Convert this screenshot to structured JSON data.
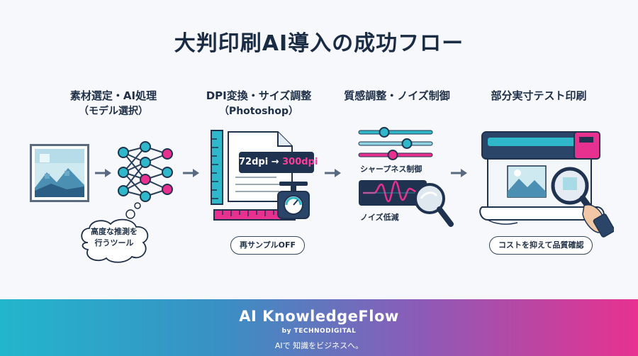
{
  "title": "大判印刷AI導入の成功フロー",
  "steps": [
    {
      "label": "素材選定・AI処理",
      "sub": "（モデル選択）"
    },
    {
      "label": "DPI変換・サイズ調整",
      "sub": "（Photoshop）"
    },
    {
      "label": "質感調整・ノイズ制御",
      "sub": ""
    },
    {
      "label": "部分実寸テスト印刷",
      "sub": ""
    }
  ],
  "bubble": {
    "line1": "高度な推測を",
    "line2": "行うツール"
  },
  "dpi": {
    "from": "72dpi",
    "arrow": "→",
    "to": "300dpi"
  },
  "pills": {
    "resample": "再サンプルOFF",
    "cost": "コストを抑えて品質確認"
  },
  "sliders": {
    "sharpness": "シャープネス制御",
    "noise": "ノイズ低減"
  },
  "footer": {
    "brand": "AI KnowledgeFlow",
    "by": "by TECHNODIGITAL",
    "tagline": "AIで 知識をビジネスへ。"
  },
  "colors": {
    "navy": "#1f3350",
    "teal": "#2fb8c9",
    "pink": "#e8318f"
  },
  "icons": [
    "image-icon",
    "neural-network-icon",
    "document-icon",
    "ruler-icon",
    "scale-icon",
    "slider-icon",
    "waveform-icon",
    "magnifier-icon",
    "printer-icon"
  ]
}
